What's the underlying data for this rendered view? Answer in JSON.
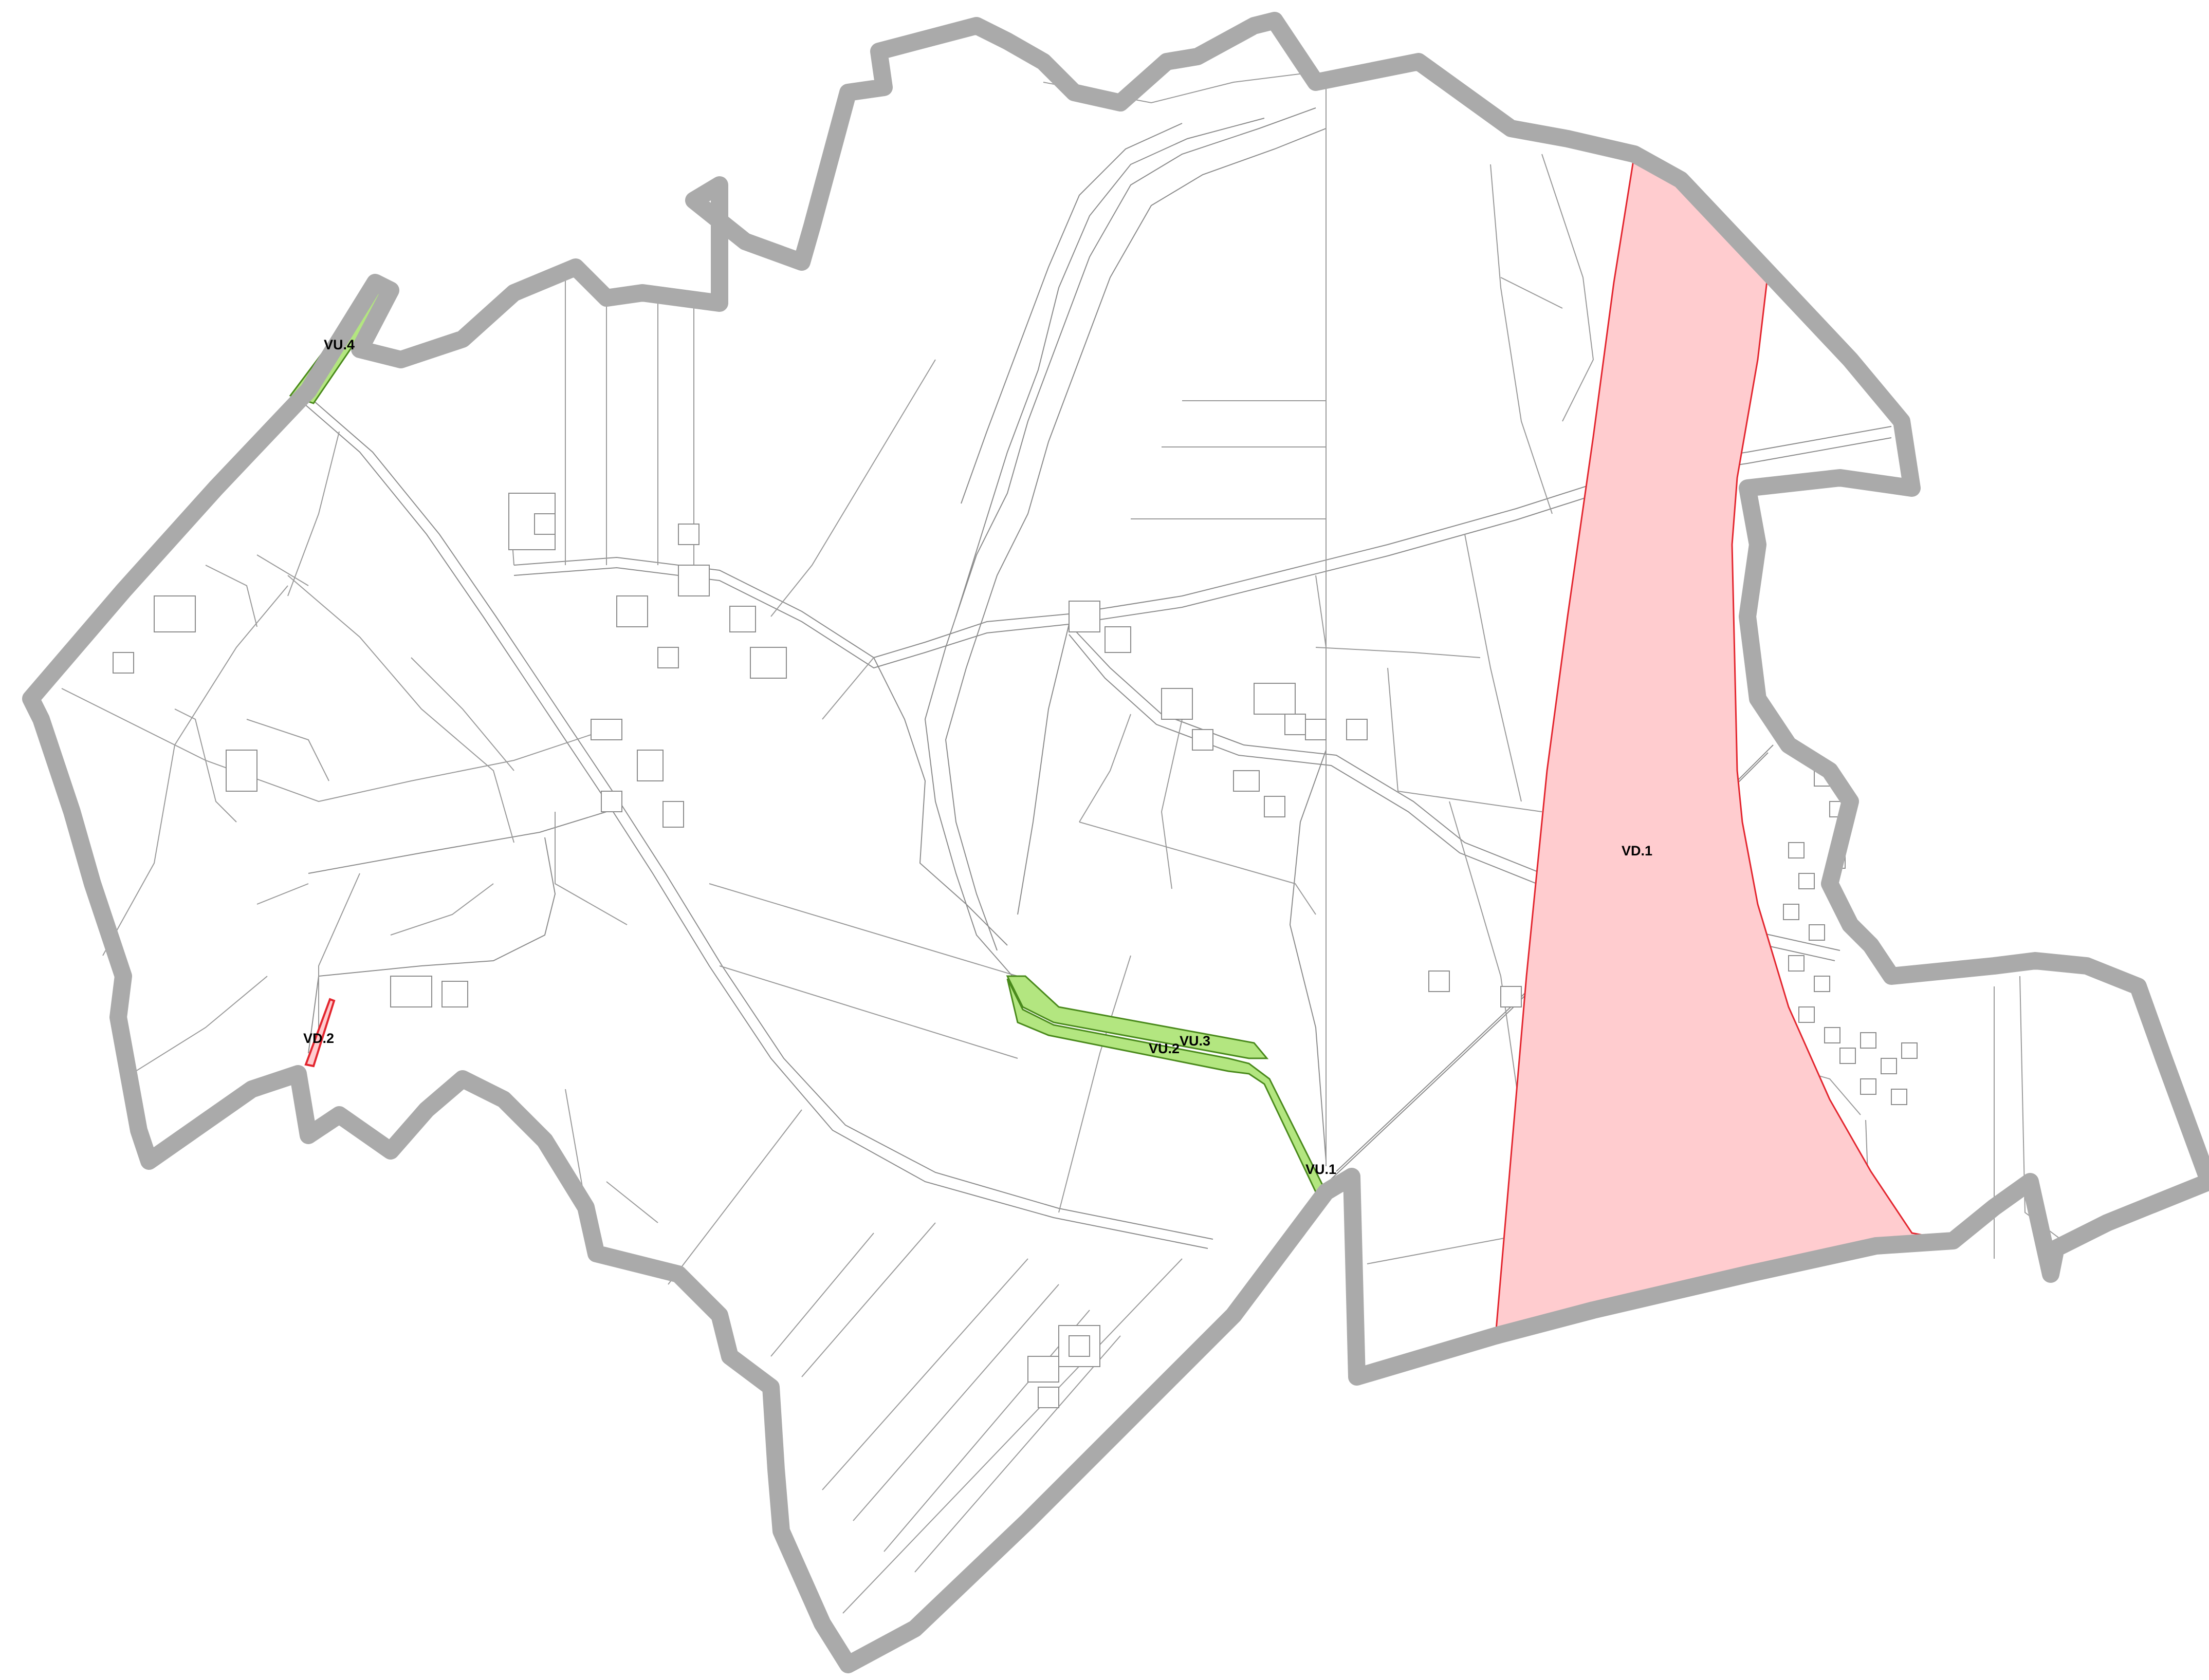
{
  "colors": {
    "background": "#ffffff",
    "boundary": "#aaaaaa",
    "parcel_line": "#9a9a9a",
    "zone_vd_fill": "#ffcccf",
    "zone_vd_stroke": "#e3262f",
    "zone_vu_fill": "#b3e680",
    "zone_vu_stroke": "#4a8a1c"
  },
  "layers": {
    "boundary": "municipal-boundary",
    "parcels": "cadastral-parcels",
    "zones": "zoning-areas"
  },
  "zones": [
    {
      "id": "vd1",
      "label": "VD.1",
      "category": "VD"
    },
    {
      "id": "vd2",
      "label": "VD.2",
      "category": "VD"
    },
    {
      "id": "vu1",
      "label": "VU.1",
      "category": "VU"
    },
    {
      "id": "vu2",
      "label": "VU.2",
      "category": "VU"
    },
    {
      "id": "vu3",
      "label": "VU.3",
      "category": "VU"
    },
    {
      "id": "vu4",
      "label": "VU.4",
      "category": "VU"
    }
  ]
}
